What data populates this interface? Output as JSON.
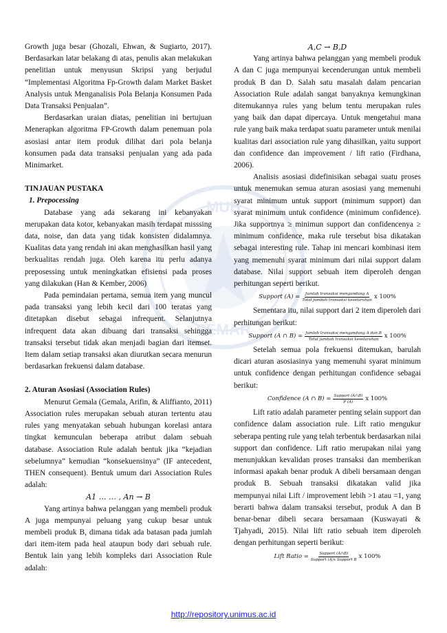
{
  "left": {
    "intro_p1": "Growth juga besar (Ghozali, Ehwan, & Sugiarto, 2017). Berdasarkan latar belakang di atas, penulis akan melakukan penelitian untuk menyusun Skripsi yang berjudul “Implementasi Algoritma Fp-Growth dalam Market Basket Analysis untuk Menganalisis Pola Belanja Konsumen Pada Data Transaksi Penjualan”.",
    "intro_p2": "Berdasarkan uraian diatas, penelitian ini bertujuan Menerapkan algoritma FP-Growth dalam penemuan pola asosiasi antar item produk dilihat dari pola belanja konsumen pada data transaksi penjualan yang ada pada Minimarket.",
    "section_title": "TINJAUAN PUSTAKA",
    "sub1_title": "1.   Prepocessing",
    "sub1_p1": "Database yang ada sekarang ini kebanyakan merupakan data kotor, kebanyakan masih terdapat misssing data, noise, dan data yang tidak konsisten didalamnya. Kualitas data yang rendah ini akan menghasilkan hasil yang berkualitas rendah juga. Oleh karena itu perlu adanya preposessing untuk meningkatkan efisiensi pada proses yang dilakukan (Han & Kember, 2006)",
    "sub1_p2": "Pada pemindaian pertama, semua item yang muncul pada transaksi yang lebih kecil dari 100 teratas yang ditetapkan disebut sebagai infrequent. Selanjutnya infrequent data akan dibuang dari transaksi sehingga transaksi tersebut tidak akan menjadi bagian dari itemset. Item dalam setiap transaksi akan diurutkan secara menurun berdasarkan frekuensi dalam database.",
    "sub2_title": "2.   Aturan Asosiasi (Association Rules)",
    "sub2_p1": "Menurut Gemala (Gemala, Arifin, & Aliffianto, 2011) Association rules merupakan sebuah aturan tertentu atau rules yang menyatakan sebuah hubungan korelasi antara tingkat kemunculan beberapa atribut dalam sebuah database. Association Rule adalah bentuk jika “kejadian sebelumnya” kemudian “konsekuensinya” (IF antecedent, THEN consequent). Bentuk umum dari Association Rules adalah:",
    "formula1": "A1 … … , An  →  B",
    "sub2_p2": "Yang artinya bahwa pelanggan yang membeli produk A juga mempunyai peluang yang cukup besar untuk membeli produk B, dimana tidak ada batasan pada jumlah dari item-item pada heal ataupun body dari sebuah rule. Bentuk lain yang lebih kompleks dari Association Rule adalah:"
  },
  "right": {
    "formula2": "A,C  →  B,D",
    "p1": "Yang artinya bahwa pelanggan yang membeli produk A dan C juga mempunyai kecenderungan untuk membeli produk B dan D. Salah satu masalah dalam pencarian Association Rule adalah sangat banyaknya kemungkinan ditemukannya rules yang belum tentu merupakan rules yang baik dan dapat dipercaya. Untuk mengetahui mana rule yang baik maka terdapat suatu parameter untuk menilai kualitas dari association rule yang dihasilkan, yaitu support dan confidence dan improvement / lift ratio (Firdhana, 2006).",
    "p2": "Analisis asosiasi didefinisikan sebagai suatu proses untuk menemukan semua aturan asosiasi yang memenuhi syarat minimum untuk support (minimum support) dan syarat minimum untuk confidence (minimum confidence). Jika supportnya ≥ minimun support dan confidencenya ≥ minimum confidence, maka rule tersebut bisa dikatakan sebagai interesting rule. Tahap ini mencari kombinasi item yang memenuhi syarat minimum dari nilai support dalam database. Nilai support sebuah item diperoleh dengan perhitungan seperti berikut.",
    "f_support_lhs": "Support (A) =",
    "f_support_num": "Jumlah transaksi mengandung A",
    "f_support_den": "Total jumbah transaksi keseluruhan",
    "f_support_rhs": "x 100%",
    "p3": "Sementara itu, nilai support dari 2 item diperoleh dari perhitungan berikut:",
    "f_support2_lhs": "Support (A ∩ B) =",
    "f_support2_num": "Jumlah transaksi mengandung A dan B",
    "f_support2_den": "Total jumbah transaksi keseluruhan",
    "f_support2_rhs": "x 100%",
    "p4": "Setelah semua pola frekuensi ditemukan, barulah dicari aturan asosiasinya yang memenuhi syarat minimum untuk confidence dengan perhitungan confidence sebagai berikut:",
    "f_conf_lhs": "Confidence (A ∩ B) =",
    "f_conf_num": "Support (A∩B)",
    "f_conf_den": "P (A)",
    "f_conf_rhs": "x 100%",
    "p5": "Lift ratio adalah parameter penting selain support dan confidence dalam association rule. Lift ratio mengukur seberapa penting rule yang telah terbentuk berdasarkan nilai support dan confidence. Lift ratio merupakan nilai yang menunjukkan kevalidan proses transaksi dan memberikan informasi apakah benar produk A dibeli bersamaan dengan produk B. Sebuah transaksi dikatakan valid jika mempunyai nilai Lift / improvement lebih >1 atau =1, yang berarti bahwa dalam transaksi tersebut, produk A dan B benar-benar dibeli secara bersamaan (Kuswayati & Tjahyadi, 2015). Nilai lift ratio sebuah item diperoleh dengan perhitungan seperti berikut:",
    "f_lift_lhs": "Lift Ratio =",
    "f_lift_num": "Support (A∩B)",
    "f_lift_den": "Support (A)x Support B",
    "f_lift_rhs": "x 100%"
  },
  "watermark": {
    "text_top": "MUH",
    "text_bottom": "SEMAR",
    "color": "#3a6fb0"
  },
  "footer": {
    "link": "http://repository.unimus.ac.id",
    "link_color": "#1a1aee"
  }
}
